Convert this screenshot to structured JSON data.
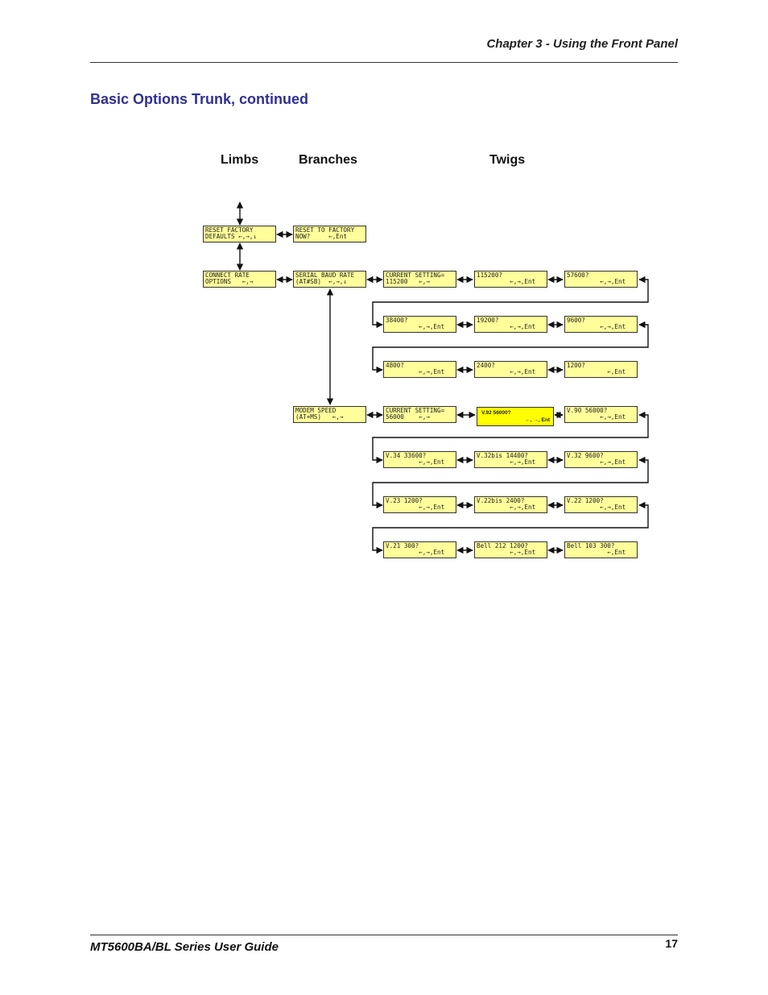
{
  "header": {
    "chapter": "Chapter 3 - Using the Front Panel"
  },
  "title": "Basic Options Trunk, continued",
  "columns": {
    "limbs": "Limbs",
    "branches": "Branches",
    "twigs": "Twigs"
  },
  "lcds": {
    "reset_factory": [
      "RESET FACTORY",
      "DEFAULTS ←,→,↓"
    ],
    "reset_now": [
      "RESET TO FACTORY",
      "NOW?     ←,Ent"
    ],
    "connect_rate": [
      "CONNECT RATE",
      "OPTIONS   ←,→"
    ],
    "serial_baud": [
      "SERIAL BAUD RATE",
      "(AT#SB)  ←,→,↓"
    ],
    "cur_115200": [
      "CURRENT SETTING=",
      "115200   ←,→"
    ],
    "b115200": [
      "115200?",
      "         ←,→,Ent"
    ],
    "b57600": [
      "57600?",
      "         ←,→,Ent"
    ],
    "b38400": [
      "38400?",
      "         ←,→,Ent"
    ],
    "b19200": [
      "19200?",
      "         ←,→,Ent"
    ],
    "b9600": [
      "9600?",
      "         ←,→,Ent"
    ],
    "b4800": [
      "4800?",
      "         ←,→,Ent"
    ],
    "b2400": [
      "2400?",
      "         ←,→,Ent"
    ],
    "b1200": [
      "1200?",
      "           ←,Ent"
    ],
    "modem_speed": [
      "MODEM SPEED",
      "(AT+MS)   ←,→"
    ],
    "cur_56000": [
      "CURRENT SETTING=",
      "56000    ←,→"
    ],
    "v92": [
      "V.92 56000?",
      "←, →, Ent"
    ],
    "v90": [
      "V.90 56000?",
      "         ←,→,Ent"
    ],
    "v34": [
      "V.34 33600?",
      "         ←,→,Ent"
    ],
    "v32bis": [
      "V.32bis 14400?",
      "         ←,→,Ent"
    ],
    "v32": [
      "V.32 9600?",
      "         ←,→,Ent"
    ],
    "v23": [
      "V.23 1200?",
      "         ←,→,Ent"
    ],
    "v22bis": [
      "V.22bis 2400?",
      "         ←,→,Ent"
    ],
    "v22": [
      "V.22 1200?",
      "         ←,→,Ent"
    ],
    "v21": [
      "V.21 300?",
      "         ←,→,Ent"
    ],
    "bell212": [
      "Bell 212 1200?",
      "         ←,→,Ent"
    ],
    "bell103": [
      "Bell 103 300?",
      "           ←,Ent"
    ]
  },
  "footer": {
    "guide": "MT5600BA/BL Series User Guide",
    "page": "17"
  },
  "colors": {
    "lcd": "#fffe9a",
    "highlight": "#ffff00",
    "title": "#2e3192"
  }
}
